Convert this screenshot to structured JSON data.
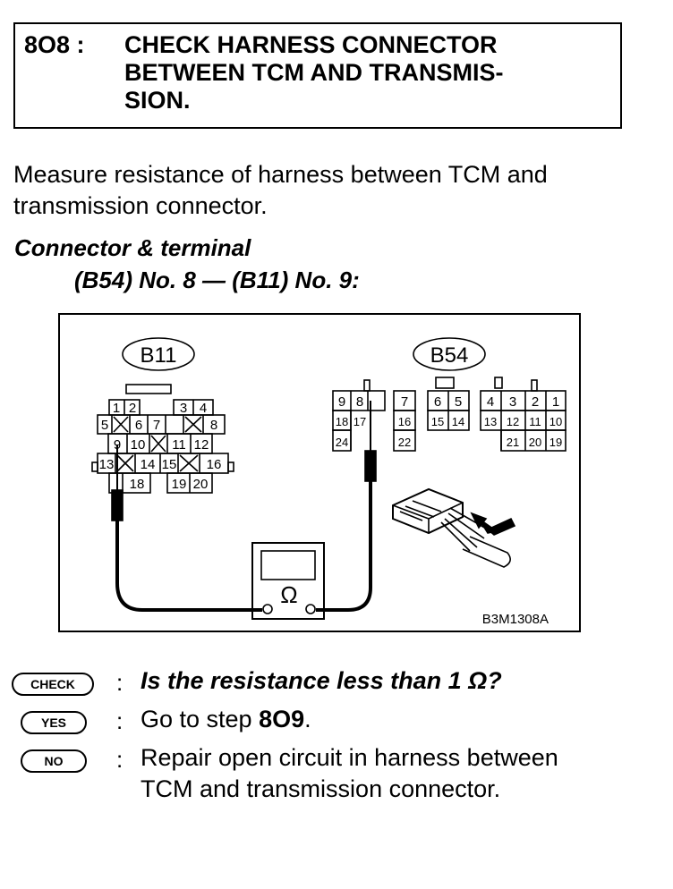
{
  "header": {
    "step_number": "8O8 :",
    "title_lines": [
      "CHECK HARNESS CONNECTOR",
      "BETWEEN TCM AND TRANSMIS-",
      "SION."
    ]
  },
  "intro": {
    "lines": [
      "Measure resistance of harness between TCM and",
      "transmission connector."
    ]
  },
  "connector": {
    "heading": "Connector & terminal",
    "detail": "(B54) No. 8 — (B11) No. 9:"
  },
  "diagram": {
    "b11_label": "B11",
    "b54_label": "B54",
    "b11_terminals": [
      "1",
      "2",
      "3",
      "4",
      "5",
      "6",
      "7",
      "8",
      "9",
      "10",
      "11",
      "12",
      "13",
      "14",
      "15",
      "16",
      "18",
      "19",
      "20"
    ],
    "b54_terminals": [
      "9",
      "8",
      "7",
      "6",
      "5",
      "4",
      "3",
      "2",
      "1",
      "18",
      "17",
      "16",
      "15",
      "14",
      "13",
      "12",
      "11",
      "10",
      "24",
      "22",
      "21",
      "20",
      "19"
    ],
    "ohm_symbol": "Ω",
    "figure_code": "B3M1308A"
  },
  "legend": {
    "check": {
      "badge": "CHECK",
      "text": "Is the resistance less than 1 Ω?"
    },
    "yes": {
      "badge": "YES",
      "text_prefix": "Go to step ",
      "text_step": "8O9",
      "text_suffix": "."
    },
    "no": {
      "badge": "NO",
      "lines": [
        "Repair open circuit in harness between",
        "TCM and transmission connector."
      ]
    }
  }
}
